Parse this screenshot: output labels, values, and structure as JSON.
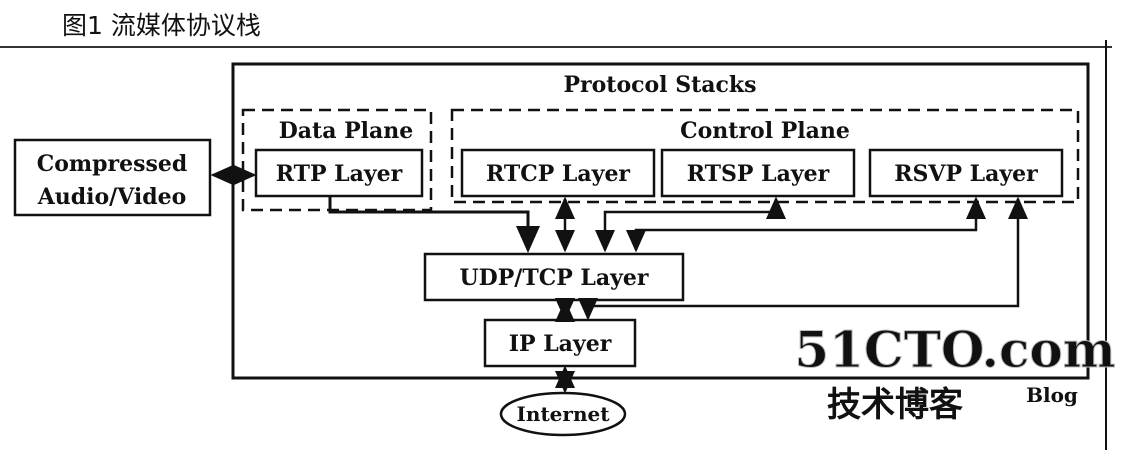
{
  "caption": "图1 流媒体协议栈",
  "diagram": {
    "protocol_stacks": "Protocol Stacks",
    "data_plane": "Data Plane",
    "control_plane": "Control Plane",
    "compressed": {
      "line1": "Compressed",
      "line2": "Audio/Video"
    },
    "layers": {
      "rtp": "RTP Layer",
      "rtcp": "RTCP Layer",
      "rtsp": "RTSP Layer",
      "rsvp": "RSVP Layer",
      "udp_tcp": "UDP/TCP Layer",
      "ip": "IP Layer"
    },
    "internet": "Internet"
  },
  "watermark": {
    "site": "51CTO.com",
    "subtitle": "技术博客",
    "blog": "Blog"
  }
}
